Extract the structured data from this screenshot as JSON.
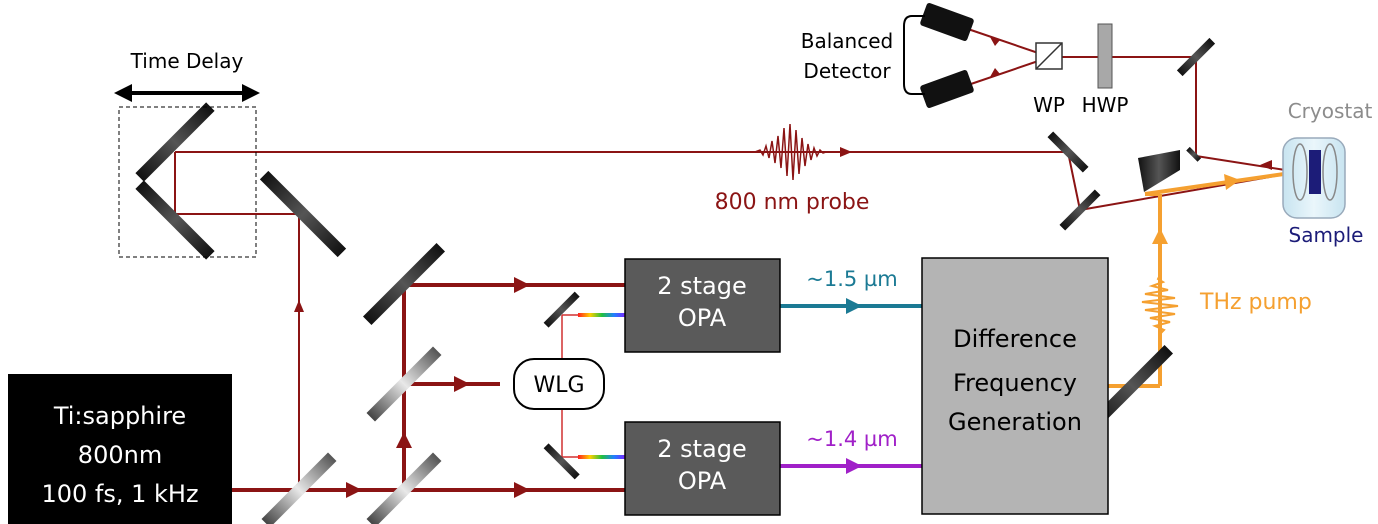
{
  "labels": {
    "time_delay": "Time Delay",
    "balanced_detector_line1": "Balanced",
    "balanced_detector_line2": "Detector",
    "wp": "WP",
    "hwp": "HWP",
    "cryostat": "Cryostat",
    "sample": "Sample",
    "probe": "800 nm probe",
    "wavelength_1": "~1.5 µm",
    "wavelength_2": "~1.4 µm",
    "thz_pump": "THz pump",
    "wlg": "WLG",
    "opa_top_line1": "2 stage",
    "opa_top_line2": "OPA",
    "opa_bottom_line1": "2 stage",
    "opa_bottom_line2": "OPA",
    "dfg_line1": "Difference",
    "dfg_line2": "Frequency",
    "dfg_line3": "Generation",
    "laser_line1": "Ti:sapphire",
    "laser_line2": "800nm",
    "laser_line3": "100 fs, 1 kHz"
  },
  "colors": {
    "beam_800nm": "#8b1414",
    "beam_1_5um": "#1b7a94",
    "beam_1_4um": "#a020c8",
    "beam_thz": "#f5a030",
    "opa_box": "#5a5a5a",
    "dfg_box": "#b4b4b4",
    "laser_box": "#000000",
    "sample": "#1c1c78",
    "cryostat_label": "#8c8c8c"
  }
}
